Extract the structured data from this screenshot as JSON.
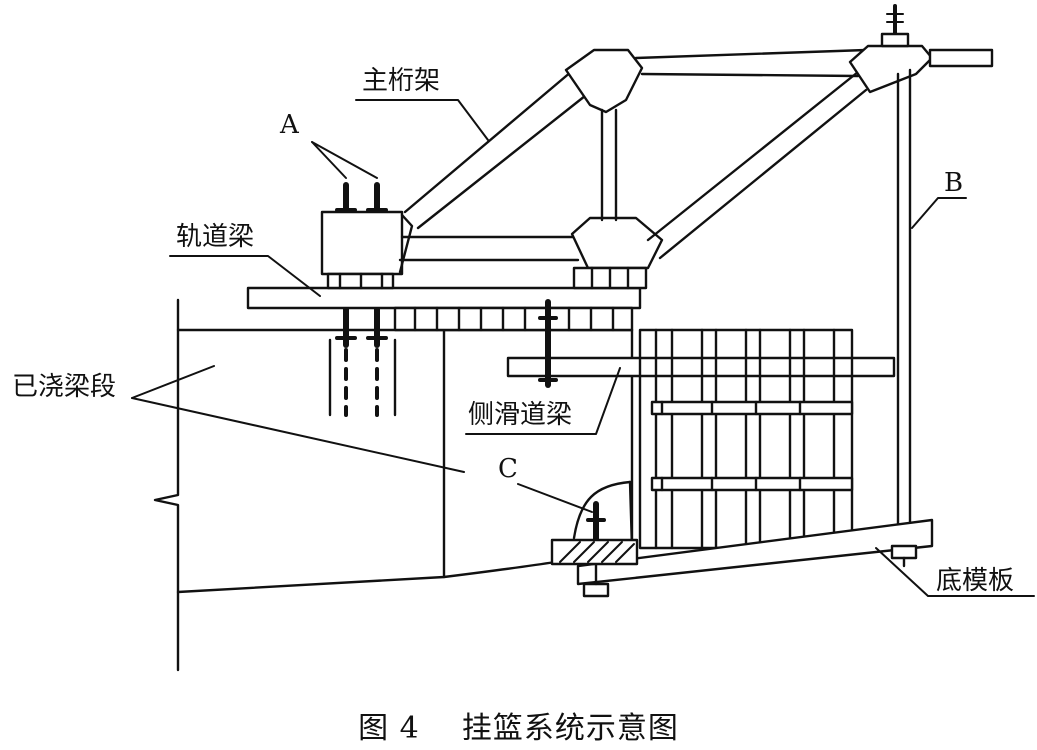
{
  "labels": {
    "main_truss": "主桁架",
    "A": "A",
    "B": "B",
    "C": "C",
    "track_beam": "轨道梁",
    "cast_segment": "已浇梁段",
    "side_slide_beam": "侧滑道梁",
    "bottom_formwork": "底模板"
  },
  "caption": {
    "figure_no": "图 4",
    "title": "挂篮系统示意图"
  },
  "colors": {
    "ink": "#111111",
    "paper": "#ffffff"
  }
}
